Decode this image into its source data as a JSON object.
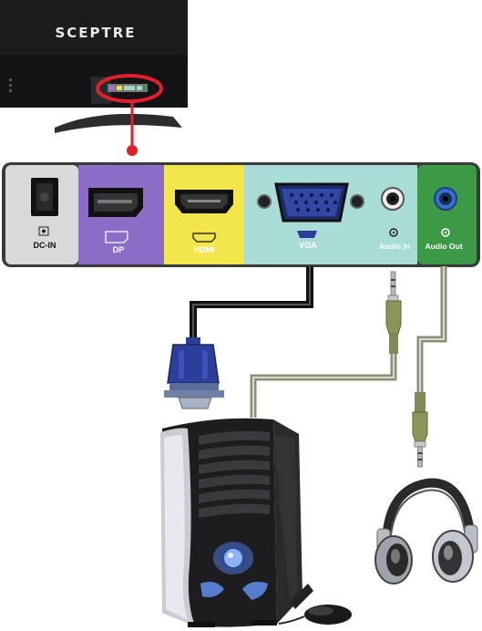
{
  "monitor": {
    "brand": "SCEPTRE"
  },
  "ports": [
    {
      "id": "dc-in",
      "label": "DC-IN",
      "color": "#d9d9d9"
    },
    {
      "id": "dp",
      "label": "DP",
      "color": "#8b6cc6"
    },
    {
      "id": "hdmi",
      "label": "HDMI",
      "color": "#f2e64a"
    },
    {
      "id": "vga",
      "label": "VGA",
      "color": "#a9dcd6"
    },
    {
      "id": "audio-in",
      "label": "Audio In",
      "color": "#a9dcd6"
    },
    {
      "id": "audio-out",
      "label": "Audio Out",
      "color": "#3c9a46"
    }
  ],
  "colors": {
    "highlight": "#e0202a",
    "cable_black": "#111111",
    "cable_audio": "#7d8d5a",
    "vga_blue": "#2b3f9a"
  }
}
